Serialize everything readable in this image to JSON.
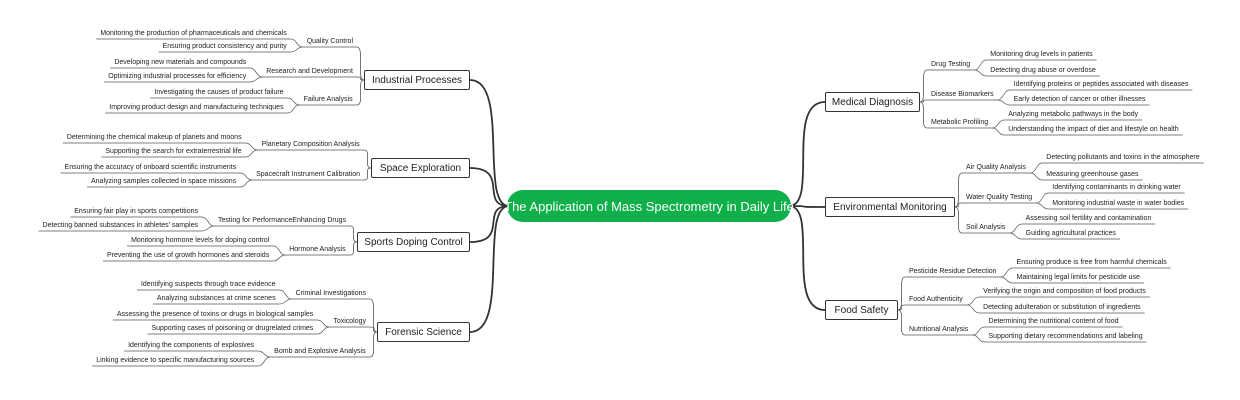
{
  "root": "The Application of Mass Spectrometry in Daily Life",
  "left": [
    {
      "label": "Industrial Processes",
      "subs": [
        {
          "label": "Quality Control",
          "leaves": [
            "Monitoring the production of pharmaceuticals and chemicals",
            "Ensuring product consistency and purity"
          ]
        },
        {
          "label": "Research and Development",
          "leaves": [
            "Developing new materials and compounds",
            "Optimizing industrial processes for efficiency"
          ]
        },
        {
          "label": "Failure Analysis",
          "leaves": [
            "Investigating the causes of product failure",
            "Improving product design and manufacturing techniques"
          ]
        }
      ]
    },
    {
      "label": "Space Exploration",
      "subs": [
        {
          "label": "Planetary Composition Analysis",
          "leaves": [
            "Determining the chemical makeup of planets and moons",
            "Supporting the search for extraterrestrial life"
          ]
        },
        {
          "label": "Spacecraft Instrument Calibration",
          "leaves": [
            "Ensuring the accuracy of onboard scientific instruments",
            "Analyzing samples collected in space missions"
          ]
        }
      ]
    },
    {
      "label": "Sports Doping Control",
      "subs": [
        {
          "label": "Testing for PerformanceEnhancing Drugs",
          "leaves": [
            "Ensuring fair play in sports competitions",
            "Detecting banned substances in athletes' samples"
          ]
        },
        {
          "label": "Hormone Analysis",
          "leaves": [
            "Monitoring hormone levels for doping control",
            "Preventing the use of growth hormones and steroids"
          ]
        }
      ]
    },
    {
      "label": "Forensic Science",
      "subs": [
        {
          "label": "Criminal Investigations",
          "leaves": [
            "Identifying suspects through trace evidence",
            "Analyzing substances at crime scenes"
          ]
        },
        {
          "label": "Toxicology",
          "leaves": [
            "Assessing the presence of toxins or drugs in biological samples",
            "Supporting cases of poisoning or drugrelated crimes"
          ]
        },
        {
          "label": "Bomb and Explosive Analysis",
          "leaves": [
            "Identifying the components of explosives",
            "Linking evidence to specific manufacturing sources"
          ]
        }
      ]
    }
  ],
  "right": [
    {
      "label": "Medical Diagnosis",
      "subs": [
        {
          "label": "Drug Testing",
          "leaves": [
            "Monitoring drug levels in patients",
            "Detecting drug abuse or overdose"
          ]
        },
        {
          "label": "Disease Biomarkers",
          "leaves": [
            "Identifying proteins or peptides associated with diseases",
            "Early detection of cancer or other illnesses"
          ]
        },
        {
          "label": "Metabolic Profiling",
          "leaves": [
            "Analyzing metabolic pathways in the body",
            "Understanding the impact of diet and lifestyle on health"
          ]
        }
      ]
    },
    {
      "label": "Environmental Monitoring",
      "subs": [
        {
          "label": "Air Quality Analysis",
          "leaves": [
            "Detecting pollutants and toxins in the atmosphere",
            "Measuring greenhouse gases"
          ]
        },
        {
          "label": "Water Quality Testing",
          "leaves": [
            "Identifying contaminants in drinking water",
            "Monitoring industrial waste in water bodies"
          ]
        },
        {
          "label": "Soil Analysis",
          "leaves": [
            "Assessing soil fertility and contamination",
            "Guiding agricultural practices"
          ]
        }
      ]
    },
    {
      "label": "Food Safety",
      "subs": [
        {
          "label": "Pesticide Residue Detection",
          "leaves": [
            "Ensuring produce is free from harmful chemicals",
            "Maintaining legal limits for pesticide use"
          ]
        },
        {
          "label": "Food Authenticity",
          "leaves": [
            "Verifying the origin and composition of food products",
            "Detecting adulteration or substitution of ingredients"
          ]
        },
        {
          "label": "Nutritional Analysis",
          "leaves": [
            "Determining the nutritional content of food",
            "Supporting dietary recommendations and labeling"
          ]
        }
      ]
    }
  ],
  "colors": {
    "root": "#0fb04a",
    "line": "#333333",
    "thin": "#555555"
  }
}
